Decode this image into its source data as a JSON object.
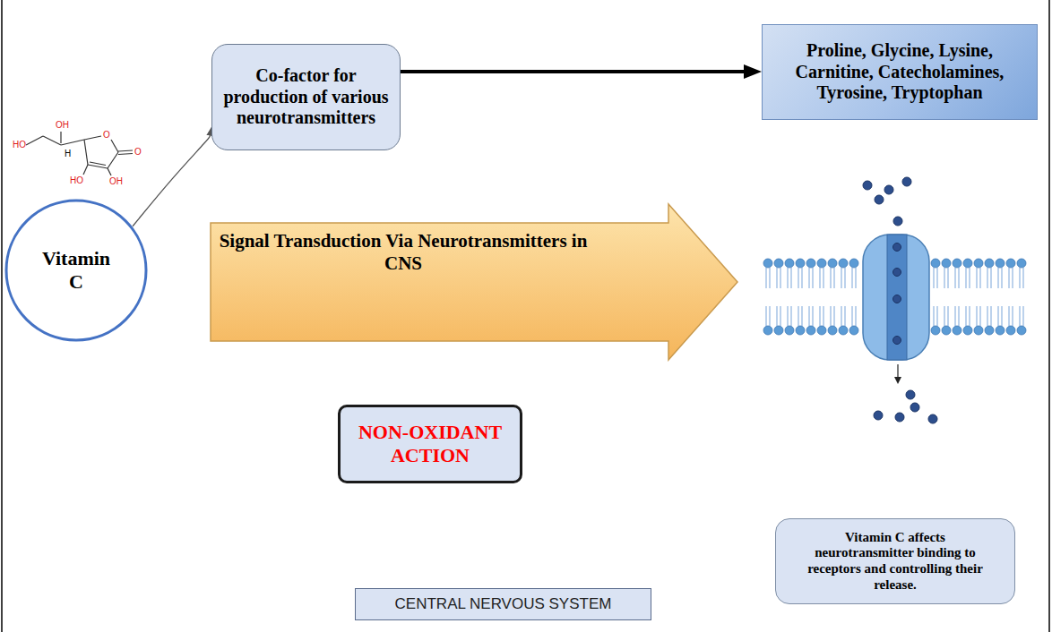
{
  "diagram": {
    "nodes": [
      {
        "text": [
          "Vitamin C"
        ]
      },
      {
        "text": [
          "Co-factor for production of various neurotransmitters"
        ]
      },
      {
        "text": [
          "Proline, Glycine, Lysine, Carnitine, Catecholamines, Tyrosine, Tryptophan"
        ]
      },
      {
        "text": [
          "Signal Transduction Via Neurotransmitters in CNS"
        ]
      },
      {
        "text": [
          "NON-OXIDANT ACTION"
        ]
      },
      {
        "text": [
          "Vitamin C affects neurotransmitter binding to receptors and controlling their release."
        ]
      },
      {
        "text": [
          "CENTRAL NERVOUS SYSTEM"
        ]
      }
    ],
    "edges": [
      {
        "from": 0,
        "to": 1,
        "arrow": "to"
      },
      {
        "from": 1,
        "to": 2,
        "arrow": "to"
      }
    ],
    "labels": [
      "HO",
      "OH",
      "H",
      "O",
      "O",
      "HO",
      "OH"
    ]
  }
}
